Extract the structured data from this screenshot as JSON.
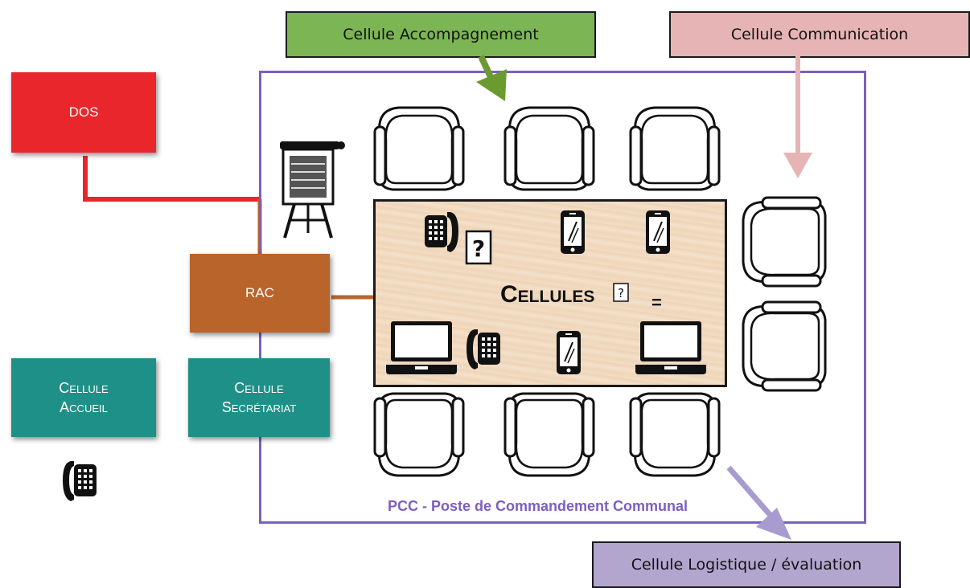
{
  "cells": {
    "accompagnement": "Cellule Accompagnement",
    "communication": "Cellule Communication",
    "logistique": "Cellule Logistique / évaluation",
    "dos": "DOS",
    "rac": "RAC",
    "accueil_line1": "Cellule",
    "accueil_line2": "Accueil",
    "secretariat_line1": "Cellule",
    "secretariat_line2": "Secrétariat"
  },
  "table": {
    "title": "Cellules",
    "missing_glyph": "?",
    "equals": "="
  },
  "pcc_label": "PCC - Poste de Commandement Communal",
  "colors": {
    "accompagnement": "#7cb654",
    "communication": "#e6b4b4",
    "logistique": "#b2a6cf",
    "dos": "#e8262b",
    "rac": "#b8642a",
    "teal": "#1f9088",
    "frame": "#7b5fc0"
  },
  "icons": [
    "chair-icon",
    "desk-phone-icon",
    "smartphone-icon",
    "laptop-icon",
    "flipchart-icon",
    "arrow-icon"
  ]
}
